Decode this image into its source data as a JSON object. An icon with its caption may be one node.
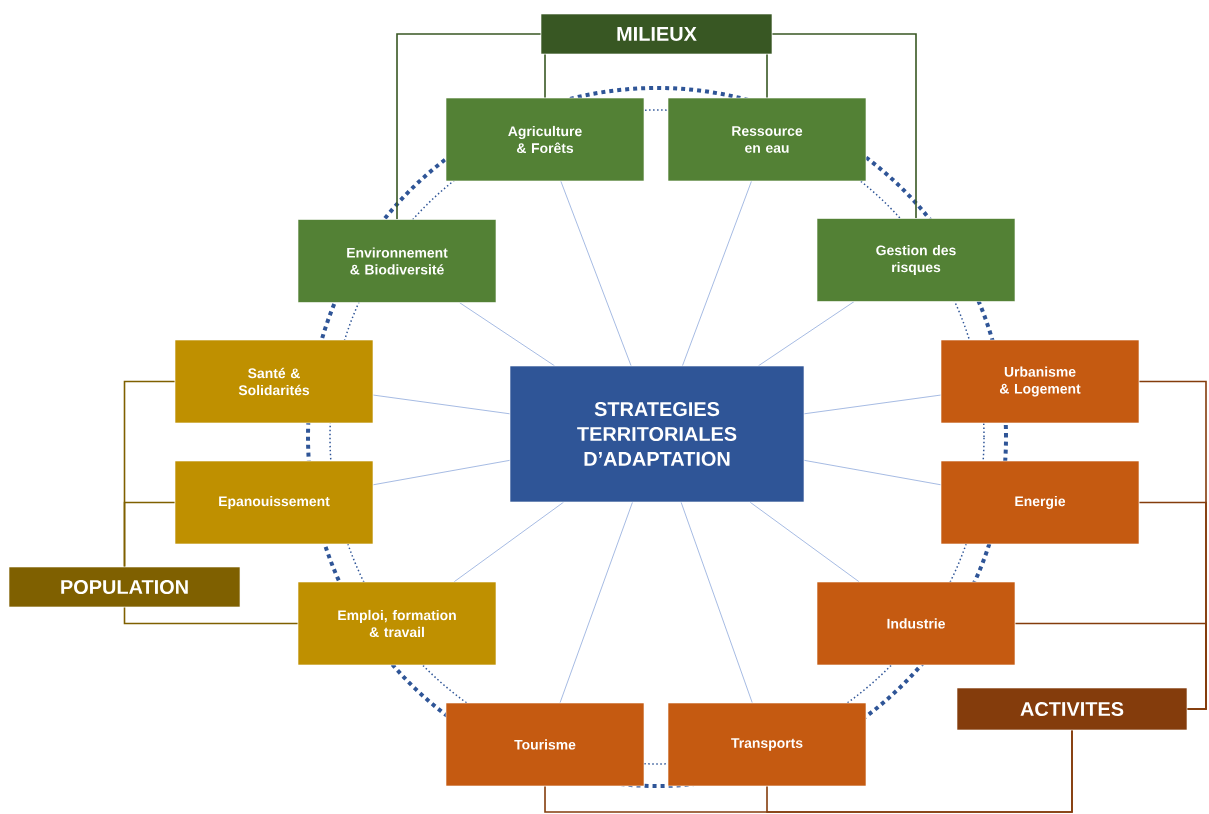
{
  "diagram": {
    "nodes": [
      {
        "text": [
          "STRATEGIES TERRITORIALES D’ADAPTATION"
        ]
      },
      {
        "text": [
          "MILIEUX"
        ]
      },
      {
        "text": [
          "POPULATION"
        ]
      },
      {
        "text": [
          "ACTIVITES"
        ]
      },
      {
        "text": [
          "Agriculture & Forêts"
        ]
      },
      {
        "text": [
          "Ressource en eau"
        ]
      },
      {
        "text": [
          "Environnement & Biodiversité"
        ]
      },
      {
        "text": [
          "Gestion des risques"
        ]
      },
      {
        "text": [
          "Santé & Solidarités"
        ]
      },
      {
        "text": [
          "Epanouissement"
        ]
      },
      {
        "text": [
          "Emploi, formation & travail"
        ]
      },
      {
        "text": [
          "Urbanisme & Logement"
        ]
      },
      {
        "text": [
          "Energie"
        ]
      },
      {
        "text": [
          "Industrie"
        ]
      },
      {
        "text": [
          "Tourisme"
        ]
      },
      {
        "text": [
          "Transports"
        ]
      }
    ],
    "edges": [
      {
        "from": 0,
        "to": 4,
        "arrow": "none"
      },
      {
        "from": 0,
        "to": 5,
        "arrow": "none"
      },
      {
        "from": 0,
        "to": 6,
        "arrow": "none"
      },
      {
        "from": 0,
        "to": 7,
        "arrow": "none"
      },
      {
        "from": 0,
        "to": 8,
        "arrow": "none"
      },
      {
        "from": 0,
        "to": 9,
        "arrow": "none"
      },
      {
        "from": 0,
        "to": 10,
        "arrow": "none"
      },
      {
        "from": 0,
        "to": 11,
        "arrow": "none"
      },
      {
        "from": 0,
        "to": 12,
        "arrow": "none"
      },
      {
        "from": 0,
        "to": 13,
        "arrow": "none"
      },
      {
        "from": 0,
        "to": 14,
        "arrow": "none"
      },
      {
        "from": 0,
        "to": 15,
        "arrow": "none"
      },
      {
        "from": 1,
        "to": 4,
        "arrow": "none",
        "color": "#385723"
      },
      {
        "from": 1,
        "to": 5,
        "arrow": "none",
        "color": "#385723"
      },
      {
        "from": 1,
        "to": 6,
        "arrow": "none",
        "color": "#385723"
      },
      {
        "from": 1,
        "to": 7,
        "arrow": "none",
        "color": "#385723"
      },
      {
        "from": 2,
        "to": 8,
        "arrow": "none",
        "color": "#7f6000"
      },
      {
        "from": 2,
        "to": 9,
        "arrow": "none",
        "color": "#7f6000"
      },
      {
        "from": 2,
        "to": 10,
        "arrow": "none",
        "color": "#7f6000"
      },
      {
        "from": 3,
        "to": 11,
        "arrow": "none",
        "color": "#843c0c"
      },
      {
        "from": 3,
        "to": 12,
        "arrow": "none",
        "color": "#843c0c"
      },
      {
        "from": 3,
        "to": 13,
        "arrow": "none",
        "color": "#843c0c"
      },
      {
        "from": 3,
        "to": 14,
        "arrow": "none",
        "color": "#843c0c"
      },
      {
        "from": 3,
        "to": 15,
        "arrow": "none",
        "color": "#843c0c"
      }
    ]
  }
}
